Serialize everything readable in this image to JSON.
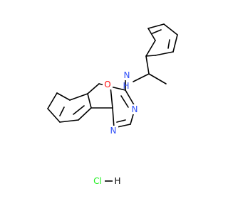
{
  "molecule": {
    "colors": {
      "bond": "#000000",
      "oxygen": "#ff0d0d",
      "nitrogen": "#3050f8",
      "chlorine": "#1ff01f",
      "hydrogen": "#000000"
    },
    "labels": {
      "o_ring": "O",
      "n_amine": "N",
      "h_amine": "H",
      "n_upper": "N",
      "n_lower": "N"
    },
    "salt": {
      "cl": "Cl",
      "h": "H"
    }
  }
}
